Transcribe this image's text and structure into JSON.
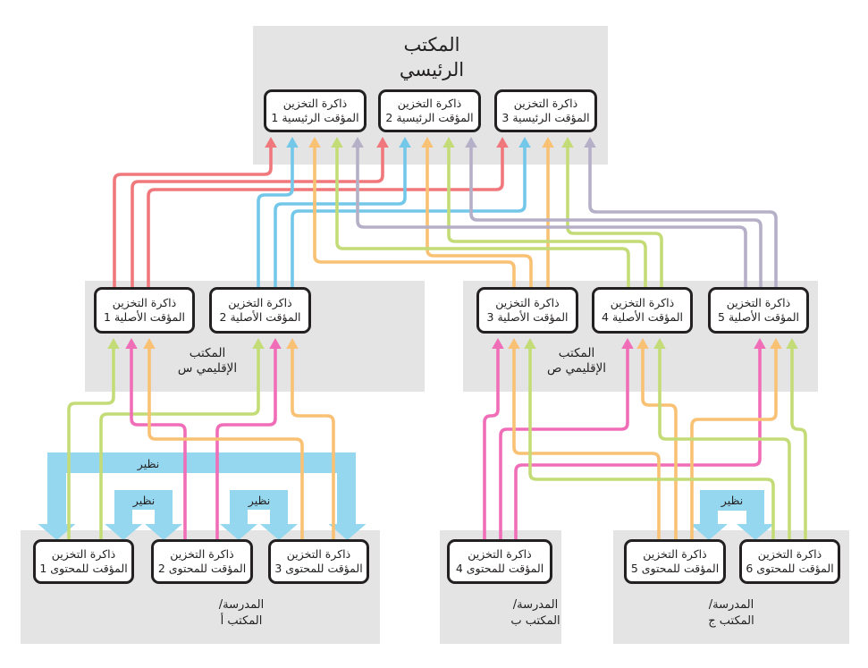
{
  "palette": {
    "red": "#F0787D",
    "blue": "#73C7E9",
    "orange": "#F8C173",
    "green": "#C3DC77",
    "lavender": "#B5AFC7",
    "pink": "#F06EB7",
    "peer_blue": "#96D7F0",
    "panel_gray": "#E4E4E4",
    "ink": "#232021"
  },
  "peer_label": "نظير",
  "main_office": {
    "title_line1": "المكتب",
    "title_line2": "الرئيسي",
    "caches": [
      {
        "line1": "ذاكرة التخزين",
        "line2": "المؤقت الرئيسية 1"
      },
      {
        "line1": "ذاكرة التخزين",
        "line2": "المؤقت الرئيسية 2"
      },
      {
        "line1": "ذاكرة التخزين",
        "line2": "المؤقت الرئيسية 3"
      }
    ]
  },
  "regions": [
    {
      "label_line1": "المكتب",
      "label_line2": "الإقليمي س",
      "caches": [
        {
          "line1": "ذاكرة التخزين",
          "line2": "المؤقت الأصلية 1"
        },
        {
          "line1": "ذاكرة التخزين",
          "line2": "المؤقت الأصلية 2"
        }
      ]
    },
    {
      "label_line1": "المكتب",
      "label_line2": "الإقليمي ص",
      "caches": [
        {
          "line1": "ذاكرة التخزين",
          "line2": "المؤقت الأصلية 3"
        },
        {
          "line1": "ذاكرة التخزين",
          "line2": "المؤقت الأصلية 4"
        },
        {
          "line1": "ذاكرة التخزين",
          "line2": "المؤقت الأصلية 5"
        }
      ]
    }
  ],
  "schools": [
    {
      "label_line1": "المدرسة/",
      "label_line2": "المكتب أ",
      "caches": [
        {
          "line1": "ذاكرة التخزين",
          "line2": "المؤقت للمحتوى 1"
        },
        {
          "line1": "ذاكرة التخزين",
          "line2": "المؤقت للمحتوى 2"
        },
        {
          "line1": "ذاكرة التخزين",
          "line2": "المؤقت للمحتوى 3"
        }
      ]
    },
    {
      "label_line1": "المدرسة/",
      "label_line2": "المكتب ب",
      "caches": [
        {
          "line1": "ذاكرة التخزين",
          "line2": "المؤقت للمحتوى 4"
        }
      ]
    },
    {
      "label_line1": "المدرسة/",
      "label_line2": "المكتب ج",
      "caches": [
        {
          "line1": "ذاكرة التخزين",
          "line2": "المؤقت للمحتوى 5"
        },
        {
          "line1": "ذاكرة التخزين",
          "line2": "المؤقت للمحتوى 6"
        }
      ]
    }
  ]
}
